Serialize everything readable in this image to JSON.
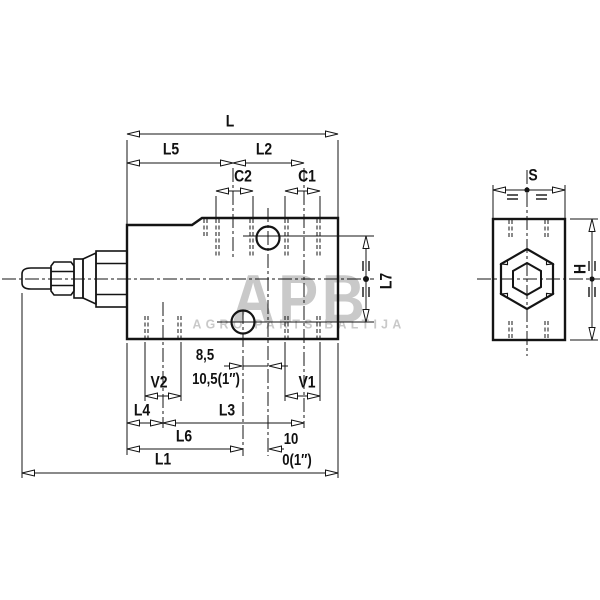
{
  "drawing": {
    "type": "technical dimension drawing, hydraulic valve block, two orthographic views",
    "line_color": "#141414",
    "watermark_color": "#c9c9c9"
  },
  "watermark": {
    "logo": "APB",
    "subtitle": "AGRO PARTS BALTIJA"
  },
  "front_view": {
    "labels": {
      "L": "L",
      "L5": "L5",
      "L2": "L2",
      "C2": "C2",
      "C1": "C1",
      "L7": "L7",
      "dim_8_5": "8,5",
      "dim_10_5": "10,5(1″)",
      "V2": "V2",
      "V1": "V1",
      "L4": "L4",
      "L3": "L3",
      "L6": "L6",
      "dim_10": "10",
      "dim_0": "0(1″)",
      "L1": "L1"
    }
  },
  "side_view": {
    "labels": {
      "S": "S",
      "H": "H"
    }
  }
}
